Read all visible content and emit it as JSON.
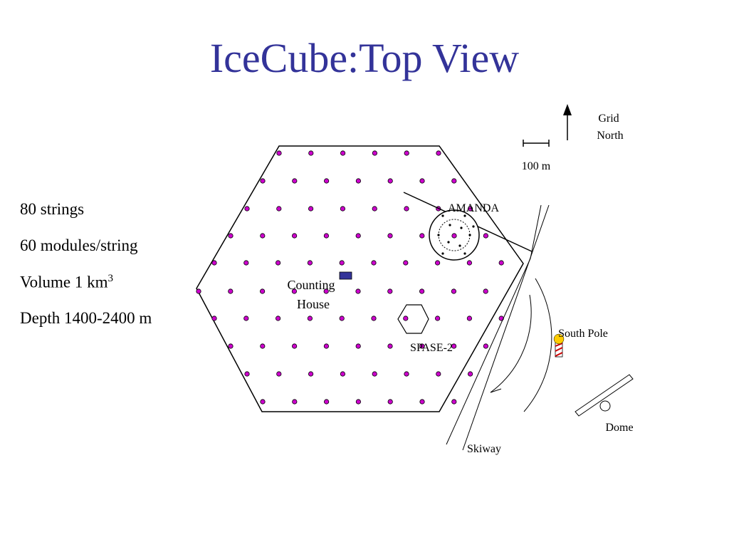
{
  "title": "IceCube:Top View",
  "facts": {
    "strings": "80 strings",
    "modules": "60 modules/string",
    "volume_prefix": "Volume 1 km",
    "volume_exp": "3",
    "depth": "Depth 1400-2400 m"
  },
  "map_labels": {
    "grid": "Grid",
    "north": "North",
    "scale": "100 m",
    "amanda": "AMANDA",
    "counting": "Counting",
    "house": "House",
    "spase": "SPASE-2",
    "south_pole": "South Pole",
    "dome": "Dome",
    "skiway": "Skiway"
  },
  "colors": {
    "title": "#333399",
    "string_dot": "#cc00cc",
    "counting_house": "#333399",
    "pole_marker": "#ffcc00",
    "pole_stripes": "#cc0000"
  }
}
